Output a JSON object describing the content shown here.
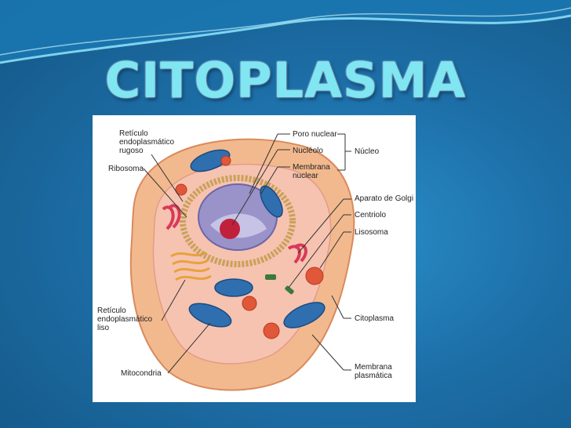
{
  "slide": {
    "title": "CITOPLASMA"
  },
  "diagram": {
    "labels": {
      "reticulo_rugoso": "Retículo\nendoplasmático\nrugoso",
      "ribosoma": "Ribosoma",
      "reticulo_liso": "Retículo\nendoplasmático\nliso",
      "mitocondria": "Mitocondria",
      "poro_nuclear": "Poro nuclear",
      "nucleolo": "Nucléolo",
      "membrana_nuclear": "Membrana\nnuclear",
      "nucleo": "Núcleo",
      "aparato_golgi": "Aparato de Golgi",
      "centriolo": "Centriolo",
      "lisosoma": "Lisosoma",
      "citoplasma": "Citoplasma",
      "membrana_plasmatica": "Membrana\nplasmática"
    },
    "colors": {
      "cell_outer": "#f2b98e",
      "cytoplasm": "#f6c3b0",
      "nucleus": "#9a93c9",
      "nucleolus": "#c1203a",
      "mitochondria": "#2f6fb0",
      "lysosome": "#e0573a",
      "golgi": "#d9385a",
      "er_smooth": "#e9a23a"
    }
  }
}
